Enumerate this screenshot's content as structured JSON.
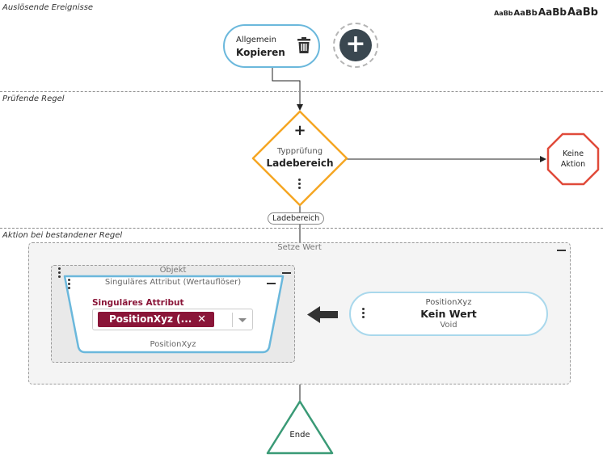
{
  "sections": {
    "trigger": "Auslösende Ereignisse",
    "check": "Prüfende Regel",
    "action": "Aktion bei bestandener Regel"
  },
  "font_samples": [
    "AaBb",
    "AaBb",
    "AaBb",
    "AaBb"
  ],
  "trigger_node": {
    "subtitle": "Allgemein",
    "title": "Kopieren"
  },
  "add_button": {
    "symbol": "+"
  },
  "check_node": {
    "symbol": "+",
    "subtitle": "Typprüfung",
    "title": "Ladebereich"
  },
  "no_action_node": {
    "line1": "Keine",
    "line2": "Aktion"
  },
  "edge_label": "Ladebereich",
  "set_value_box": {
    "title": "Setze Wert"
  },
  "object_box": {
    "title": "Objekt"
  },
  "resolver_node": {
    "title": "Singuläres Attribut (Wertauflöser)",
    "field_label": "Singuläres Attribut",
    "chip_value": "PositionXyz (...",
    "chip_remove": "✕",
    "bottom": "PositionXyz"
  },
  "source_node": {
    "subtitle": "PositionXyz",
    "title": "Kein Wert",
    "bottom": "Void"
  },
  "end_node": {
    "label": "Ende"
  },
  "colors": {
    "pill_border": "#6bb8dc",
    "diamond_border": "#f5a623",
    "octagon_border": "#e04a3a",
    "triangle_border": "#3a9a76",
    "chip_bg": "#8a1538"
  }
}
